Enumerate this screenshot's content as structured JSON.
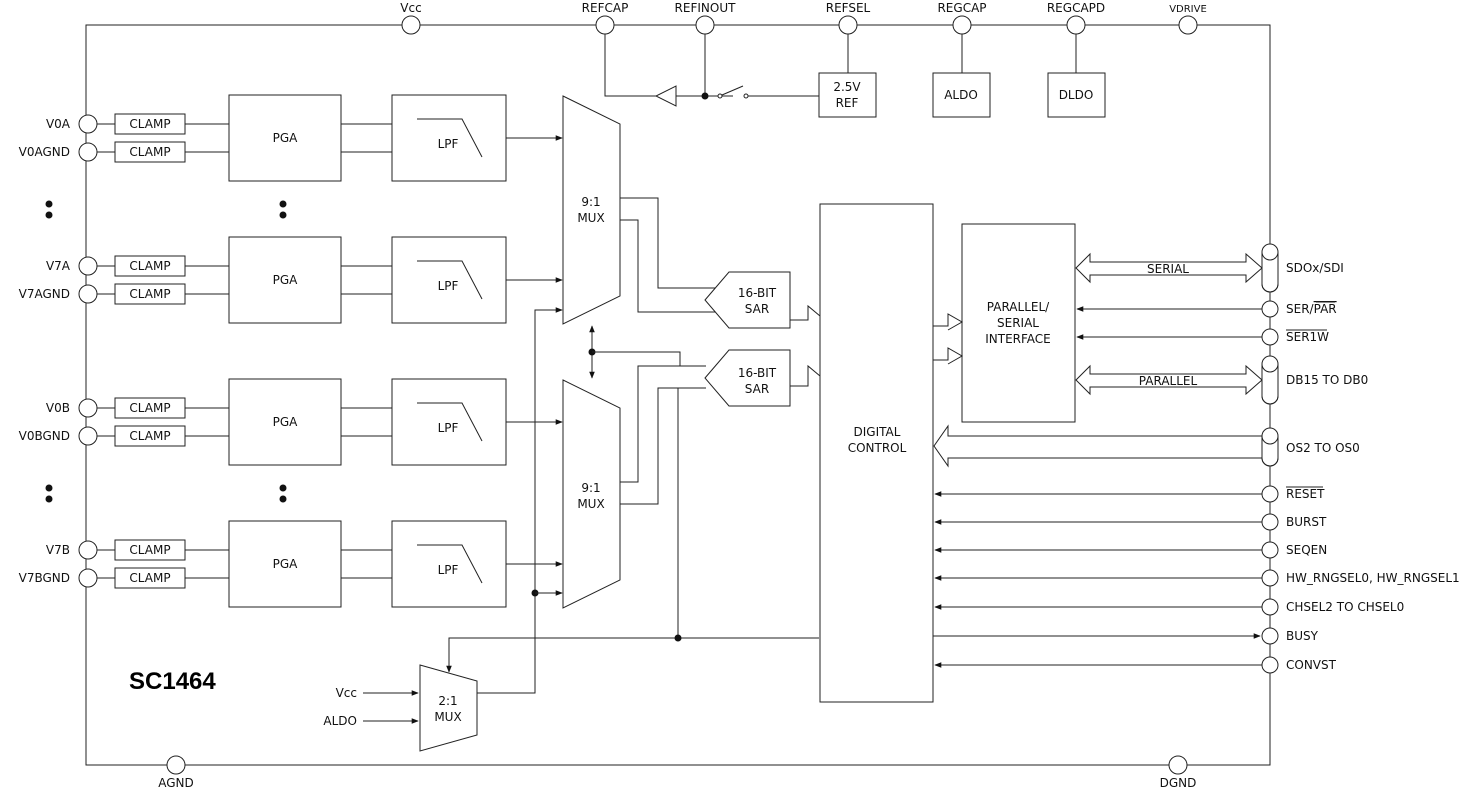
{
  "chip_name": "SC1464",
  "top_pins": {
    "vcc": "Vcc",
    "refcap": "REFCAP",
    "refinout": "REFINOUT",
    "refsel": "REFSEL",
    "regcap": "REGCAP",
    "regcapd": "REGCAPD",
    "vdrive": "VDRIVE"
  },
  "bottom_pins": {
    "agnd": "AGND",
    "dgnd": "DGND"
  },
  "left_pins": {
    "v0a": "V0A",
    "v0agnd": "V0AGND",
    "v7a": "V7A",
    "v7agnd": "V7AGND",
    "v0b": "V0B",
    "v0bgnd": "V0BGND",
    "v7b": "V7B",
    "v7bgnd": "V7BGND"
  },
  "blocks": {
    "clamp": "CLAMP",
    "pga": "PGA",
    "lpf": "LPF",
    "mux9_l1": "9:1",
    "mux9_l2": "MUX",
    "mux2_l1": "2:1",
    "mux2_l2": "MUX",
    "sar_l1": "16-BIT",
    "sar_l2": "SAR",
    "ref_l1": "2.5V",
    "ref_l2": "REF",
    "aldo": "ALDO",
    "dldo": "DLDO",
    "digital_l1": "DIGITAL",
    "digital_l2": "CONTROL",
    "iface_l1": "PARALLEL/",
    "iface_l2": "SERIAL",
    "iface_l3": "INTERFACE"
  },
  "mux2_inputs": {
    "vcc": "Vcc",
    "aldo": "ALDO"
  },
  "bus_labels": {
    "serial": "SERIAL",
    "parallel": "PARALLEL"
  },
  "right_pins": {
    "sdox": "SDOx/SDI",
    "ser_par_a": "SER/",
    "ser_par_b": "PAR",
    "ser1w": "SER1W",
    "db": "DB15 TO DB0",
    "os": "OS2 TO OS0",
    "reset": "RESET",
    "burst": "BURST",
    "seqen": "SEQEN",
    "hw_rngsel": "HW_RNGSEL0, HW_RNGSEL1",
    "chsel": "CHSEL2 TO CHSEL0",
    "busy": "BUSY",
    "convst": "CONVST"
  }
}
